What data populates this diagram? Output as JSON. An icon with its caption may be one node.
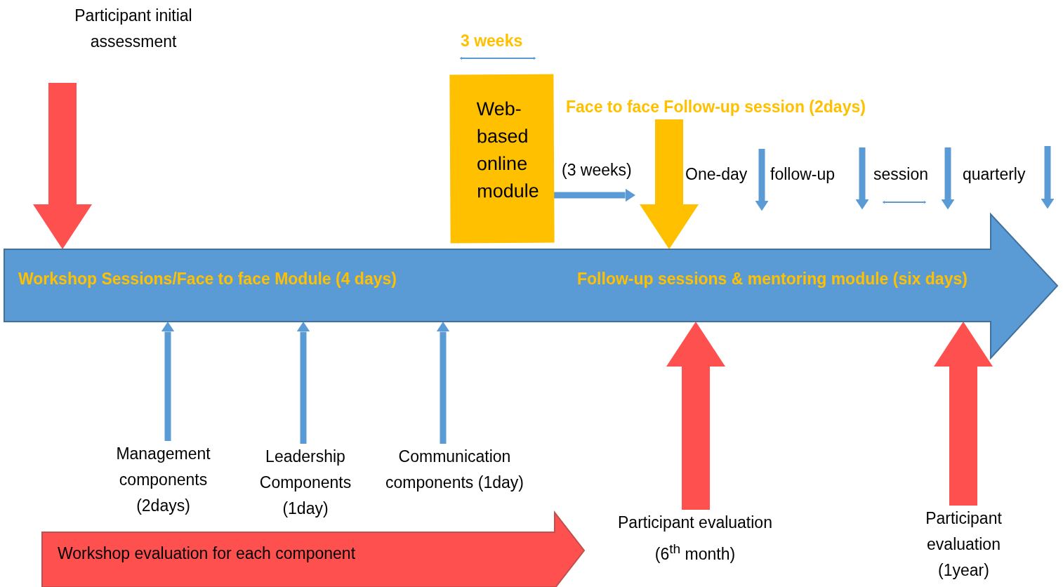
{
  "diagram": {
    "nodes": [
      {
        "text": [
          "Participant initial assessment"
        ]
      },
      {
        "text": [
          "Workshop Sessions/Face to face Module (4 days)",
          "Follow-up sessions & mentoring module (six days)"
        ]
      },
      {
        "text": [
          "Web-based online module"
        ]
      },
      {
        "text": [
          "Face to face Follow-up session (2days)"
        ]
      },
      {
        "text": [
          "Management components (2days)"
        ]
      },
      {
        "text": [
          "Leadership Components (1day)"
        ]
      },
      {
        "text": [
          "Communication components (1day)"
        ]
      },
      {
        "text": [
          "Participant evaluation (6$^{th}$ month)"
        ]
      },
      {
        "text": [
          "Participant evaluation (1year)"
        ]
      },
      {
        "text": [
          "Workshop evaluation for each component"
        ]
      }
    ],
    "edges": [
      {
        "from": 0,
        "to": 1,
        "arrow": "to",
        "style": "thick",
        "color": "#ff5050"
      },
      {
        "from": 2,
        "to": null,
        "arrow": "to",
        "label": "(3 weeks)"
      },
      {
        "from": 3,
        "to": 1,
        "arrow": "to",
        "style": "thick",
        "color": "#ffc000"
      },
      {
        "from": 4,
        "to": 1,
        "arrow": "to"
      },
      {
        "from": 5,
        "to": 1,
        "arrow": "to"
      },
      {
        "from": 6,
        "to": 1,
        "arrow": "to"
      },
      {
        "from": 7,
        "to": 1,
        "arrow": "to",
        "style": "thick",
        "color": "#ff5050"
      },
      {
        "from": 8,
        "to": 1,
        "arrow": "to",
        "style": "thick",
        "color": "#ff5050"
      }
    ],
    "labels": [
      "3 weeks",
      "One-day",
      "follow-up",
      "session",
      "quarterly"
    ]
  }
}
